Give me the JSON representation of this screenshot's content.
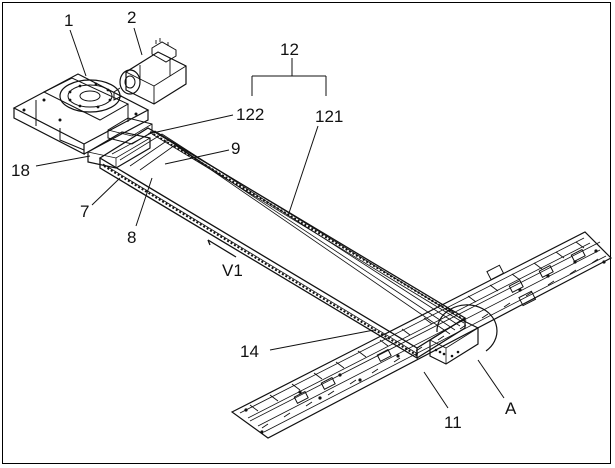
{
  "figure": {
    "labels": {
      "l1": "1",
      "l2": "2",
      "l12": "12",
      "l122": "122",
      "l121": "121",
      "l9": "9",
      "l18": "18",
      "l7": "7",
      "l8": "8",
      "lV1": "V1",
      "l14": "14",
      "lA": "A",
      "l11": "11"
    },
    "colors": {
      "line": "#111111",
      "background": "#ffffff"
    }
  }
}
